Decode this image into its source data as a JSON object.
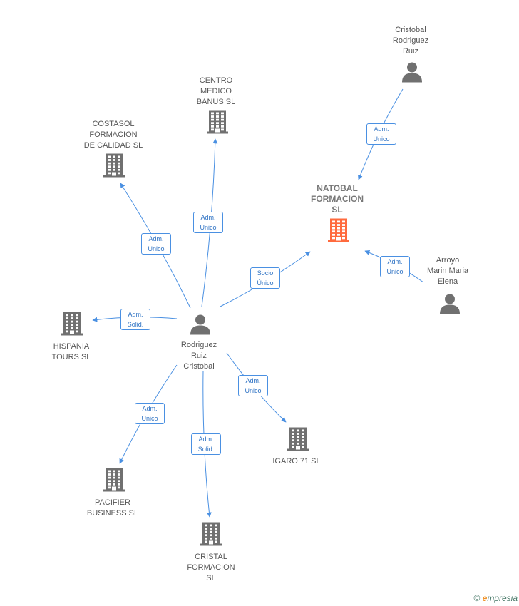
{
  "colors": {
    "edge": "#4a90e2",
    "node": "#707070",
    "focus_node": "#ff6a3d"
  },
  "nodes": {
    "rodriguez_ruiz": {
      "label": "Rodriguez\nRuiz\nCristobal",
      "icon": "person-icon"
    },
    "cristobal_rodriguez": {
      "label": "Cristobal\nRodriguez\nRuiz",
      "icon": "person-icon"
    },
    "arroyo": {
      "label": "Arroyo\nMarin Maria\nElena",
      "icon": "person-icon"
    },
    "natobal": {
      "label": "NATOBAL\nFORMACION\nSL",
      "icon": "building-icon",
      "focus": true
    },
    "centro_medico": {
      "label": "CENTRO\nMEDICO\nBANUS  SL",
      "icon": "building-icon"
    },
    "costasol": {
      "label": "COSTASOL\nFORMACION\nDE CALIDAD SL",
      "icon": "building-icon"
    },
    "hispania": {
      "label": "HISPANIA\nTOURS  SL",
      "icon": "building-icon"
    },
    "pacifier": {
      "label": "PACIFIER\nBUSINESS  SL",
      "icon": "building-icon"
    },
    "cristal": {
      "label": "CRISTAL\nFORMACION\nSL",
      "icon": "building-icon"
    },
    "igaro": {
      "label": "IGARO 71  SL",
      "icon": "building-icon"
    }
  },
  "edges": [
    {
      "from": "rodriguez_ruiz",
      "to": "costasol",
      "label": "Adm.\nUnico"
    },
    {
      "from": "rodriguez_ruiz",
      "to": "centro_medico",
      "label": "Adm.\nUnico"
    },
    {
      "from": "rodriguez_ruiz",
      "to": "natobal",
      "label": "Socio\nÚnico"
    },
    {
      "from": "rodriguez_ruiz",
      "to": "hispania",
      "label": "Adm.\nSolid."
    },
    {
      "from": "rodriguez_ruiz",
      "to": "pacifier",
      "label": "Adm.\nUnico"
    },
    {
      "from": "rodriguez_ruiz",
      "to": "cristal",
      "label": "Adm.\nSolid."
    },
    {
      "from": "rodriguez_ruiz",
      "to": "igaro",
      "label": "Adm.\nUnico"
    },
    {
      "from": "cristobal_rodriguez",
      "to": "natobal",
      "label": "Adm.\nUnico"
    },
    {
      "from": "arroyo",
      "to": "natobal",
      "label": "Adm.\nUnico"
    }
  ],
  "footer": {
    "copyright": "©",
    "brand_first": "e",
    "brand_rest": "mpresia"
  }
}
